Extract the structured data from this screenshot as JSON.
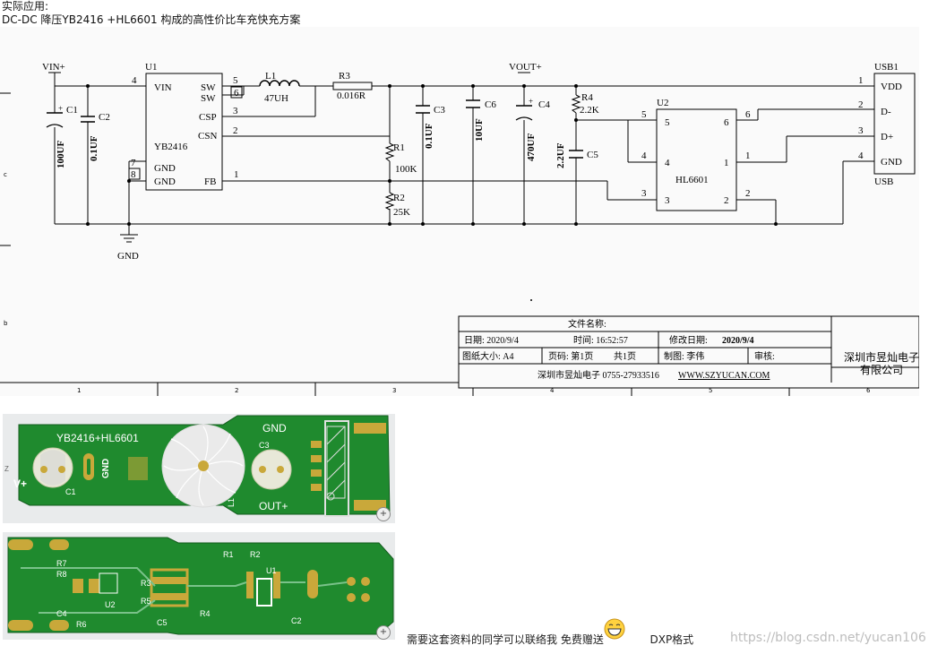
{
  "header": {
    "line1": "实际应用:",
    "line2": "DC-DC 降压YB2416 +HL6601 构成的高性价比车充快充方案"
  },
  "schematic": {
    "vin_label": "VIN+",
    "vout_label": "VOUT+",
    "gnd_label": "GND",
    "u1": {
      "ref": "U1",
      "name": "YB2416",
      "pins": {
        "vin": "VIN",
        "sw1": "SW",
        "sw2": "SW",
        "csp": "CSP",
        "csn": "CSN",
        "gnd1": "GND",
        "gnd2": "GND",
        "fb": "FB"
      },
      "nums": {
        "vin": "4",
        "sw1": "5",
        "sw2": "6",
        "csp": "3",
        "csn": "2",
        "gnd1": "7",
        "gnd2": "8",
        "fb": "1"
      }
    },
    "u2": {
      "ref": "U2",
      "name": "HL6601",
      "nums": {
        "p5": "5",
        "p4": "4",
        "p3": "3",
        "p6": "6",
        "p1": "1",
        "p2": "2"
      },
      "outer": {
        "p5": "5",
        "p4": "4",
        "p3": "3",
        "p6": "6",
        "p1": "1",
        "p2": "2"
      }
    },
    "l1": {
      "ref": "L1",
      "value": "47UH"
    },
    "r3": {
      "ref": "R3",
      "value": "0.016R"
    },
    "r1": {
      "ref": "R1",
      "value": "100K"
    },
    "r2": {
      "ref": "R2",
      "value": "25K"
    },
    "r4": {
      "ref": "R4",
      "value": "2.2K"
    },
    "c1": {
      "ref": "C1",
      "value": "100UF"
    },
    "c2": {
      "ref": "C2",
      "value": "0.1UF"
    },
    "c3": {
      "ref": "C3",
      "value": "0.1UF"
    },
    "c4": {
      "ref": "C4",
      "value": "470UF"
    },
    "c5": {
      "ref": "C5",
      "value": "2.2UF"
    },
    "c6": {
      "ref": "C6",
      "value": "10UF"
    },
    "usb": {
      "ref": "USB1",
      "name": "USB",
      "pins": {
        "vdd": "VDD",
        "dm": "D-",
        "dp": "D+",
        "gnd": "GND"
      },
      "nums": {
        "vdd": "1",
        "dm": "2",
        "dp": "3",
        "gnd": "4"
      }
    },
    "plus": "+",
    "border_letters": {
      "c": "c",
      "b": "b"
    },
    "border_numbers": [
      "1",
      "2",
      "3",
      "4",
      "5",
      "6"
    ],
    "title_block": {
      "file_name": "文件名称:",
      "date": "日期: 2020/9/4",
      "time": "时间: 16:52:57",
      "mod_date_label": "修改日期:",
      "mod_date": "2020/9/4",
      "paper": "图纸大小: A4",
      "page": "页码: 第1页",
      "total": "共1页",
      "author": "制图: 李伟",
      "review": "审核:",
      "company_line": "深圳市昱灿电子 0755-27933516",
      "website": "WWW.SZYUCAN.COM",
      "company1": "深圳市昱灿电子",
      "company2": "有限公司"
    }
  },
  "pcb_top": {
    "title": "YB2416+HL6601",
    "gnd": "GND",
    "gnd_v": "GND",
    "vplus": "V+",
    "out": "OUT+",
    "c1": "C1",
    "c3": "C3",
    "l1": "L1",
    "z": "Z"
  },
  "pcb_bottom": {
    "r7": "R7",
    "r8": "R8",
    "u2": "U2",
    "c4": "C4",
    "r6": "R6",
    "r3": "R3",
    "r5": "R5",
    "c5": "C5",
    "r4": "R4",
    "r1": "R1",
    "r2": "R2",
    "u1": "U1",
    "c2": "C2"
  },
  "footer": {
    "note": "需要这套资料的同学可以联络我 免费赠送",
    "format": "DXP格式",
    "watermark": "https://blog.csdn.net/yucan106"
  },
  "zoom_icon": "+"
}
